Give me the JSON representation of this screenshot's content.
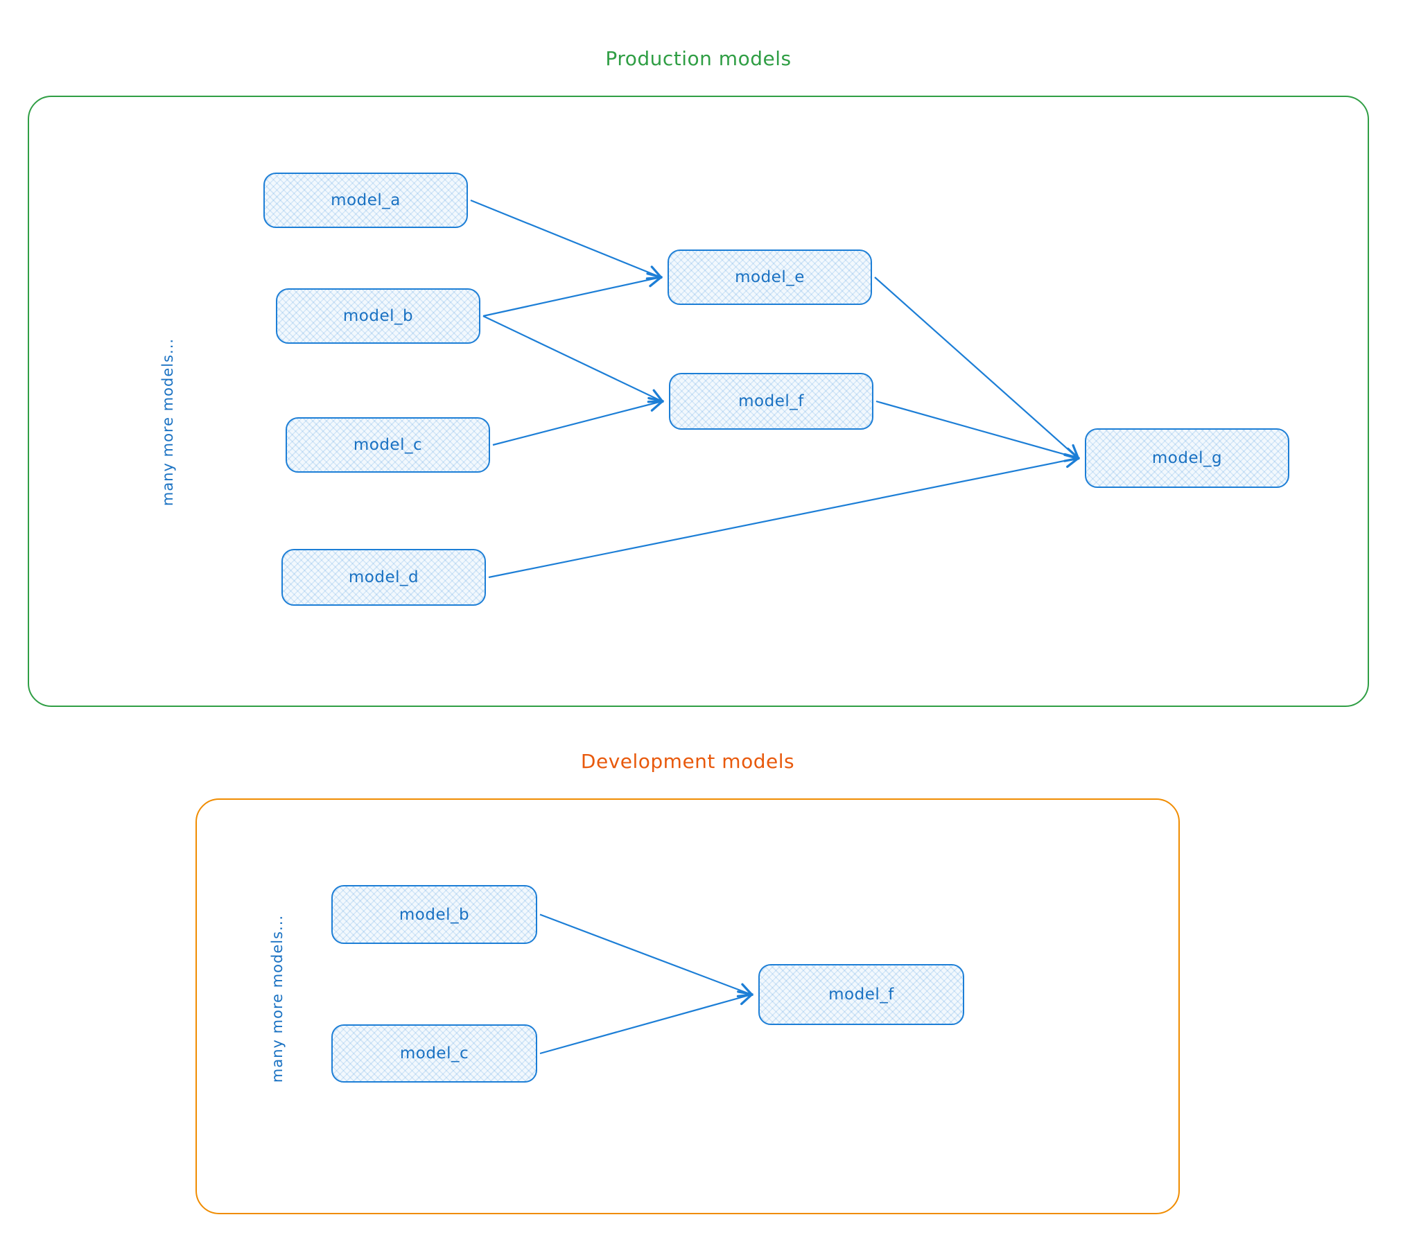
{
  "colors": {
    "production_accent": "#2f9e44",
    "development_title": "#e8590c",
    "development_border": "#f08c00",
    "node_border": "#1c7ed6",
    "node_text": "#1971c2",
    "arrow": "#1c7ed6"
  },
  "sections": {
    "production": {
      "title": "Production models",
      "side_label": "many more models...",
      "nodes": [
        {
          "id": "model_a",
          "label": "model_a"
        },
        {
          "id": "model_b",
          "label": "model_b"
        },
        {
          "id": "model_c",
          "label": "model_c"
        },
        {
          "id": "model_d",
          "label": "model_d"
        },
        {
          "id": "model_e",
          "label": "model_e"
        },
        {
          "id": "model_f",
          "label": "model_f"
        },
        {
          "id": "model_g",
          "label": "model_g"
        }
      ],
      "edges": [
        {
          "from": "model_a",
          "to": "model_e"
        },
        {
          "from": "model_b",
          "to": "model_e"
        },
        {
          "from": "model_b",
          "to": "model_f"
        },
        {
          "from": "model_c",
          "to": "model_f"
        },
        {
          "from": "model_e",
          "to": "model_g"
        },
        {
          "from": "model_f",
          "to": "model_g"
        },
        {
          "from": "model_d",
          "to": "model_g"
        }
      ]
    },
    "development": {
      "title": "Development models",
      "side_label": "many more models...",
      "nodes": [
        {
          "id": "model_b",
          "label": "model_b"
        },
        {
          "id": "model_c",
          "label": "model_c"
        },
        {
          "id": "model_f",
          "label": "model_f"
        }
      ],
      "edges": [
        {
          "from": "model_b",
          "to": "model_f"
        },
        {
          "from": "model_c",
          "to": "model_f"
        }
      ]
    }
  }
}
